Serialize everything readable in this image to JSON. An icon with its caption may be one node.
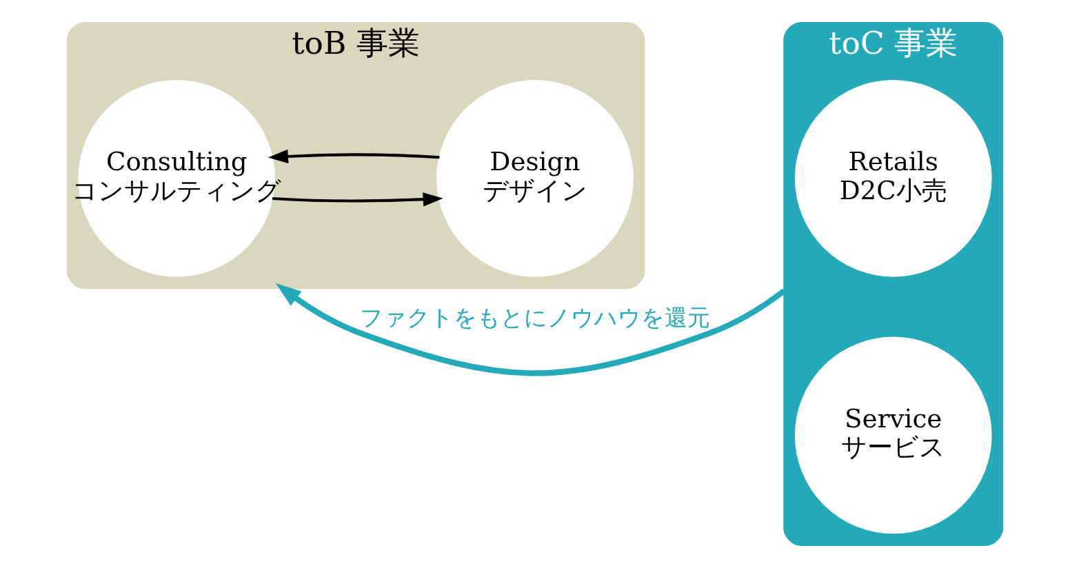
{
  "diagram": {
    "nodes": [
      {
        "text": [
          "toB 事業"
        ]
      },
      {
        "text": [
          "Consulting",
          "コンサルティング"
        ],
        "in": 0
      },
      {
        "text": [
          "Design",
          "デザイン"
        ],
        "in": 0
      },
      {
        "text": [
          "toC 事業"
        ]
      },
      {
        "text": [
          "Retails",
          "D2C小売"
        ],
        "in": 3
      },
      {
        "text": [
          "Service",
          "サービス"
        ],
        "in": 3
      }
    ],
    "edges": [
      {
        "from": 1,
        "to": 2,
        "arrow": "to"
      },
      {
        "from": 2,
        "to": 1,
        "arrow": "to"
      },
      {
        "from": 3,
        "to": 0,
        "arrow": "to",
        "label": "ファクトをもとにノウハウを還元",
        "style": "thick",
        "color": "#24a9b8"
      }
    ]
  }
}
